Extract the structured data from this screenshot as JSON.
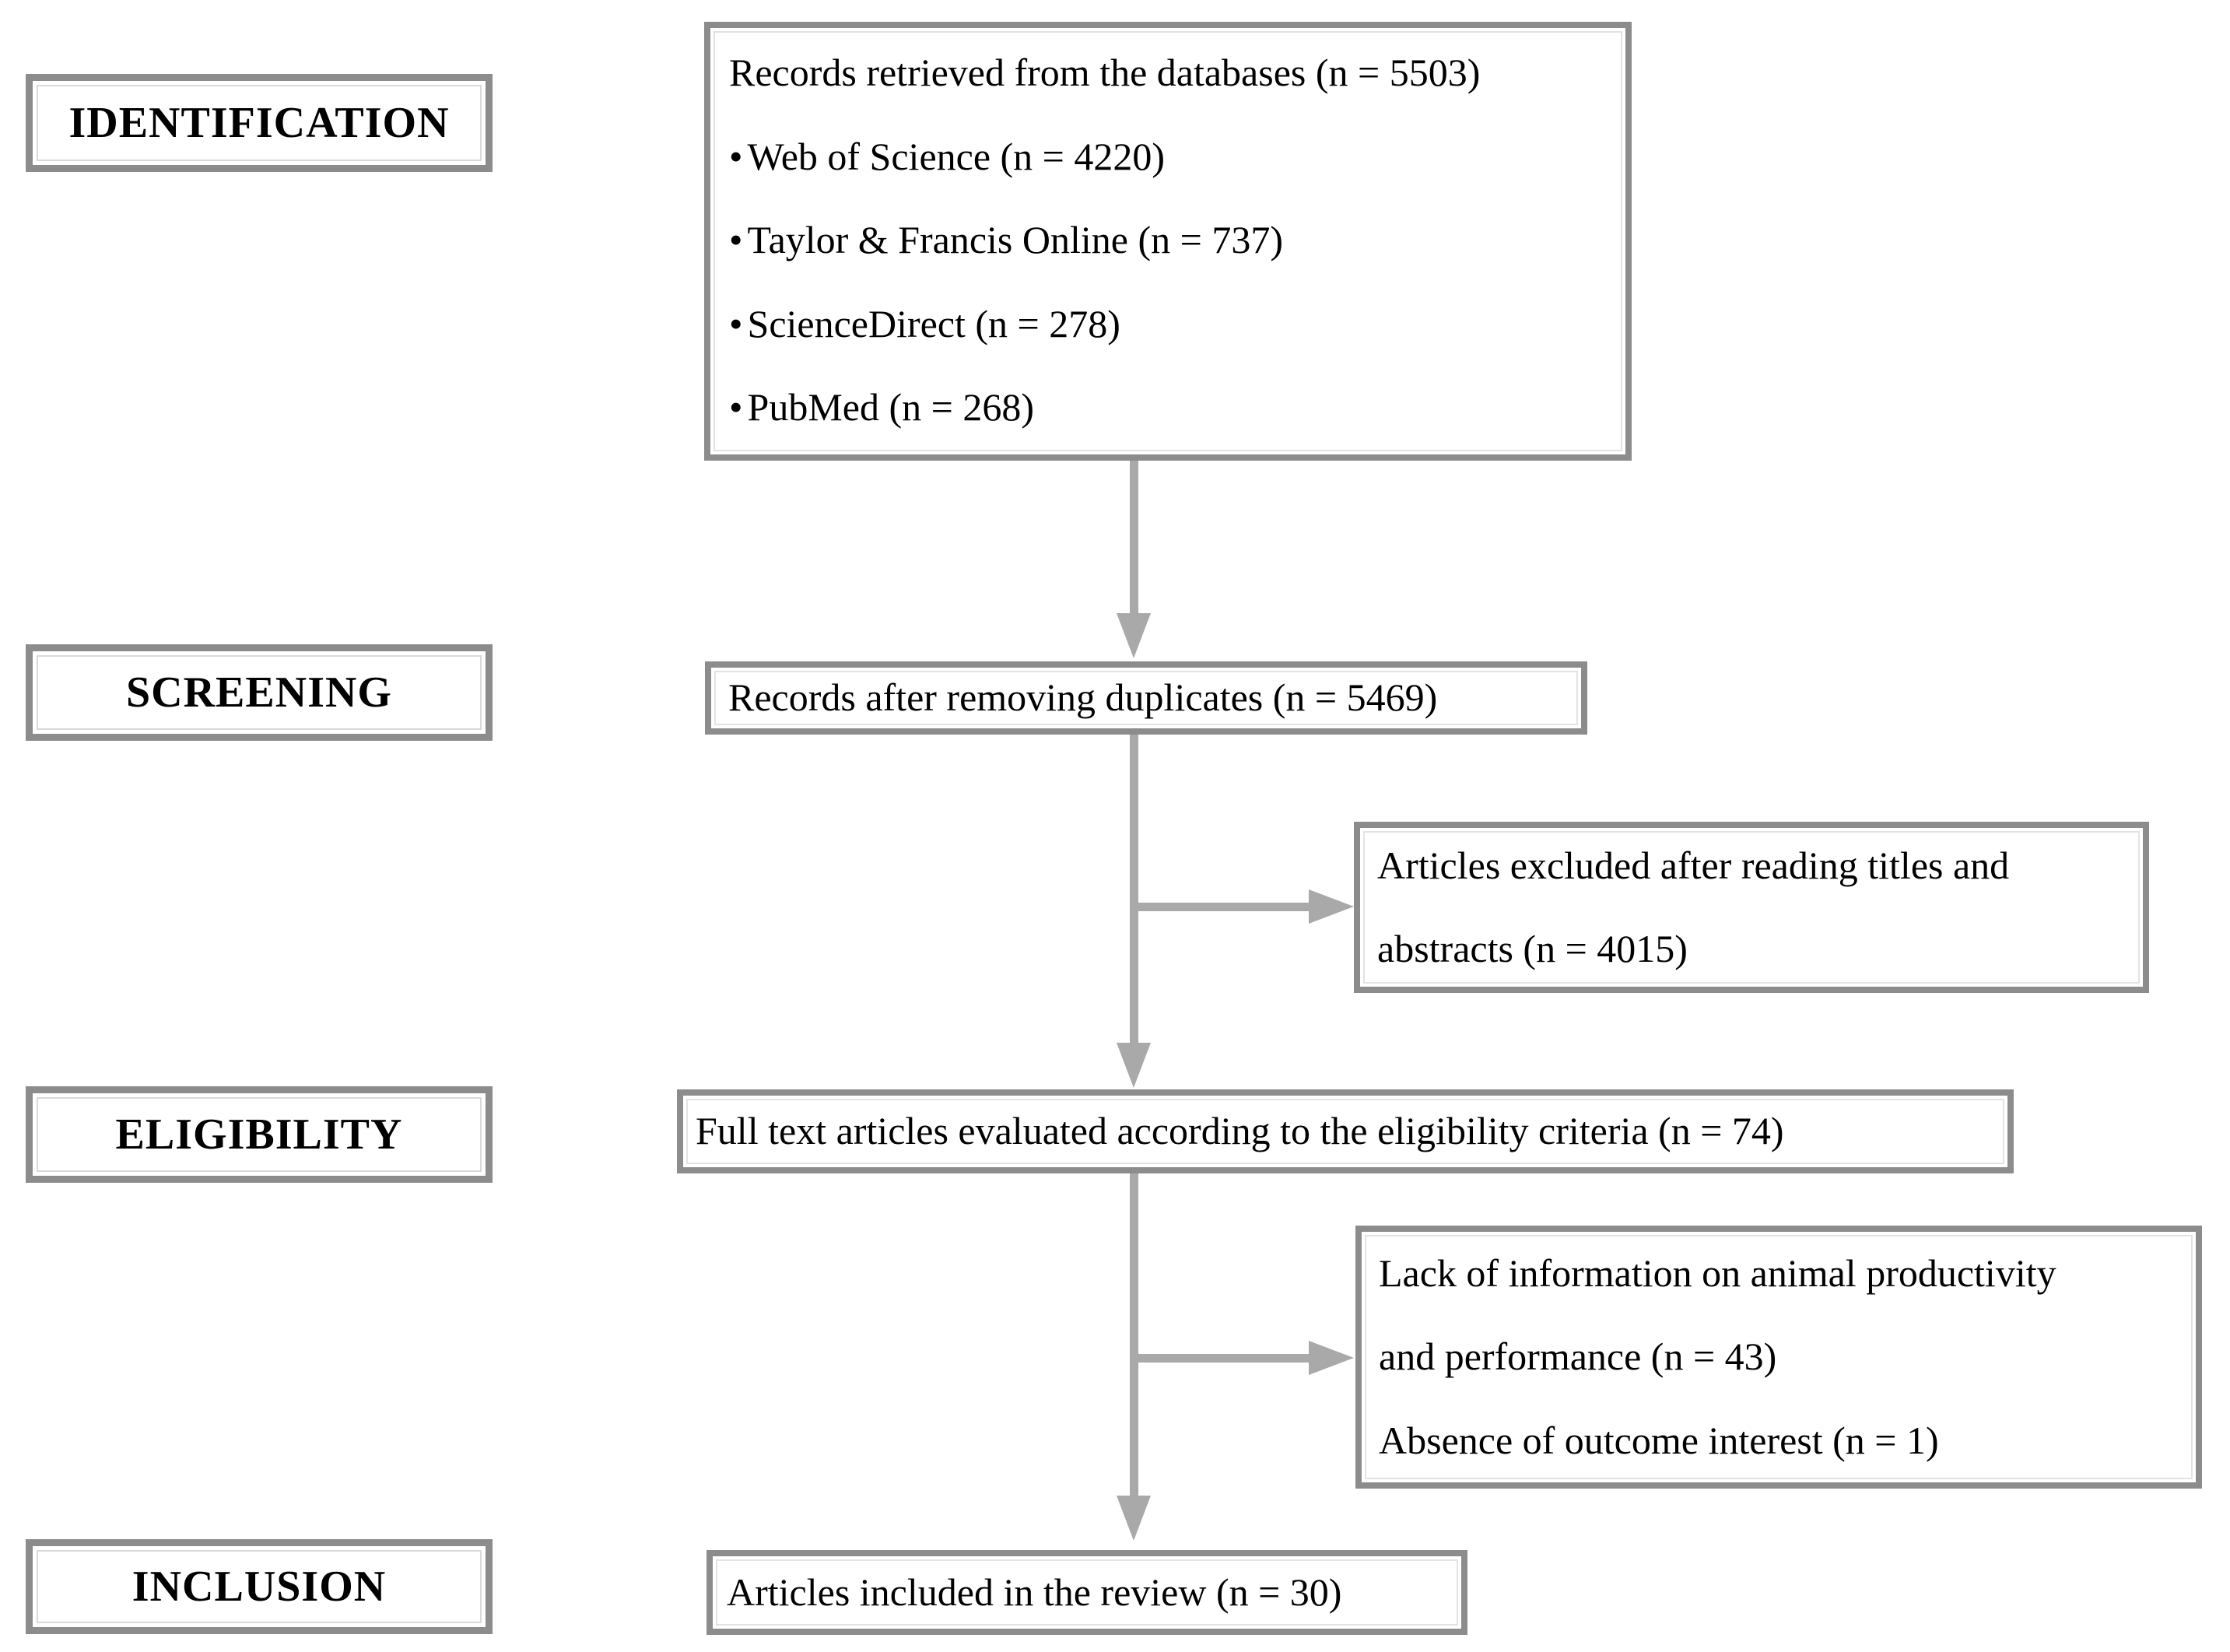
{
  "colors": {
    "box_border": "#8c8c8c",
    "arrow": "#a9a9a9",
    "text": "#000000",
    "background": "#ffffff"
  },
  "stage_labels": {
    "identification": "IDENTIFICATION",
    "screening": "SCREENING",
    "eligibility": "ELIGIBILITY",
    "inclusion": "INCLUSION"
  },
  "flow": {
    "records_retrieved": {
      "title": "Records retrieved from the databases (n = 5503)",
      "bullet_char": "•",
      "sources": [
        {
          "text": "Web of Science (n = 4220)"
        },
        {
          "text": "Taylor & Francis Online (n = 737)"
        },
        {
          "text": "ScienceDirect (n = 278)"
        },
        {
          "text": "PubMed (n = 268)"
        }
      ]
    },
    "after_duplicates": {
      "text": "Records after removing duplicates (n = 5469)"
    },
    "full_text_evaluated": {
      "text": "Full text articles evaluated according to the eligibility criteria (n = 74)"
    },
    "included": {
      "text": "Articles included in the review (n = 30)"
    }
  },
  "exclusions": {
    "titles_abstracts": {
      "lines": [
        {
          "text": "Articles excluded after reading titles and"
        },
        {
          "text": "abstracts (n = 4015)"
        }
      ]
    },
    "full_text_reasons": {
      "lines": [
        {
          "text": "Lack of information on animal productivity"
        },
        {
          "text": "and performance (n = 43)"
        },
        {
          "text": "Absence of outcome interest (n = 1)"
        }
      ]
    }
  }
}
